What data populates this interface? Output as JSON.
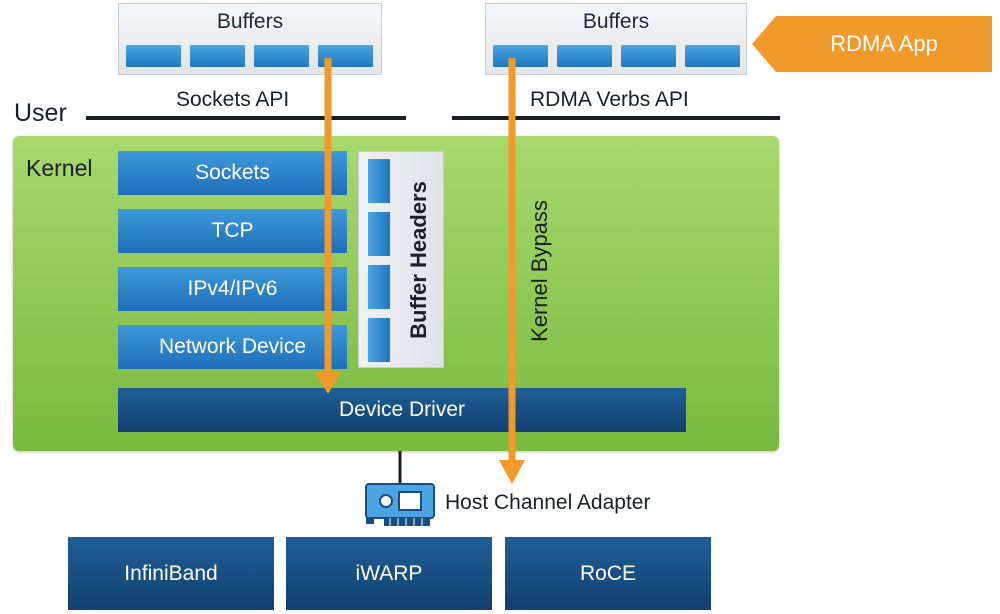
{
  "user_space": {
    "label": "User",
    "left_buffers": {
      "title": "Buffers",
      "cell_count": 4
    },
    "right_buffers": {
      "title": "Buffers",
      "cell_count": 4
    },
    "sockets_api": "Sockets API",
    "rdma_verbs_api": "RDMA Verbs API",
    "rdma_app": "RDMA App"
  },
  "kernel": {
    "label": "Kernel",
    "stack": [
      "Sockets",
      "TCP",
      "IPv4/IPv6",
      "Network Device"
    ],
    "buffer_headers": "Buffer Headers",
    "device_driver": "Device Driver",
    "kernel_bypass": "Kernel Bypass"
  },
  "hardware": {
    "host_channel_adapter": "Host Channel Adapter",
    "networks": [
      "InfiniBand",
      "iWARP",
      "RoCE"
    ]
  },
  "colors": {
    "kernel_green": "#8cc752",
    "arrow_orange": "#ef9a2b",
    "layer_blue": "#2a82c9",
    "dark_blue": "#174f85"
  }
}
